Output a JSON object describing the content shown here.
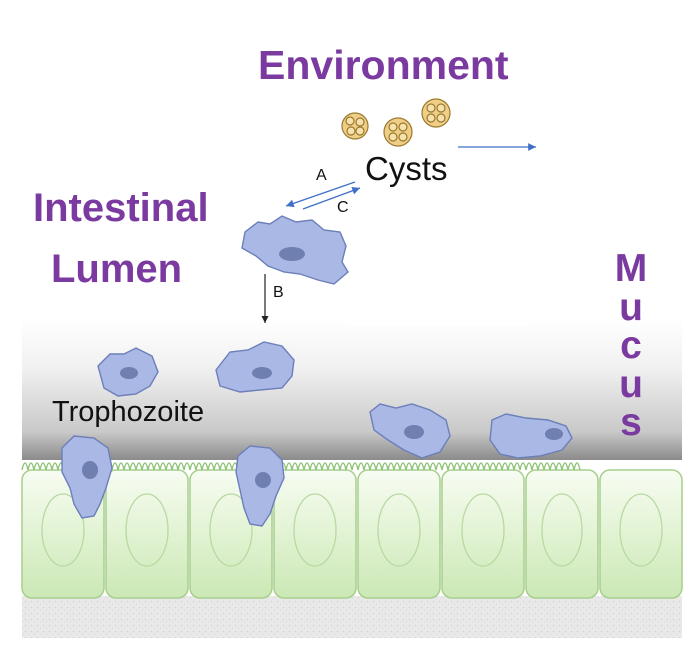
{
  "labels": {
    "environment": "Environment",
    "intestinal": "Intestinal",
    "lumen": "Lumen",
    "cysts": "Cysts",
    "trophozoite": "Trophozoite",
    "mucus": "Mucus",
    "arrow_a": "A",
    "arrow_b": "B",
    "arrow_c": "C"
  },
  "colors": {
    "heading_purple": "#7b3aa0",
    "arrow_blue": "#3f6fc8",
    "cell_green": "#d8efc6",
    "trophozoite_fill": "#aab8e6",
    "cyst_fill": "#efcf86"
  }
}
